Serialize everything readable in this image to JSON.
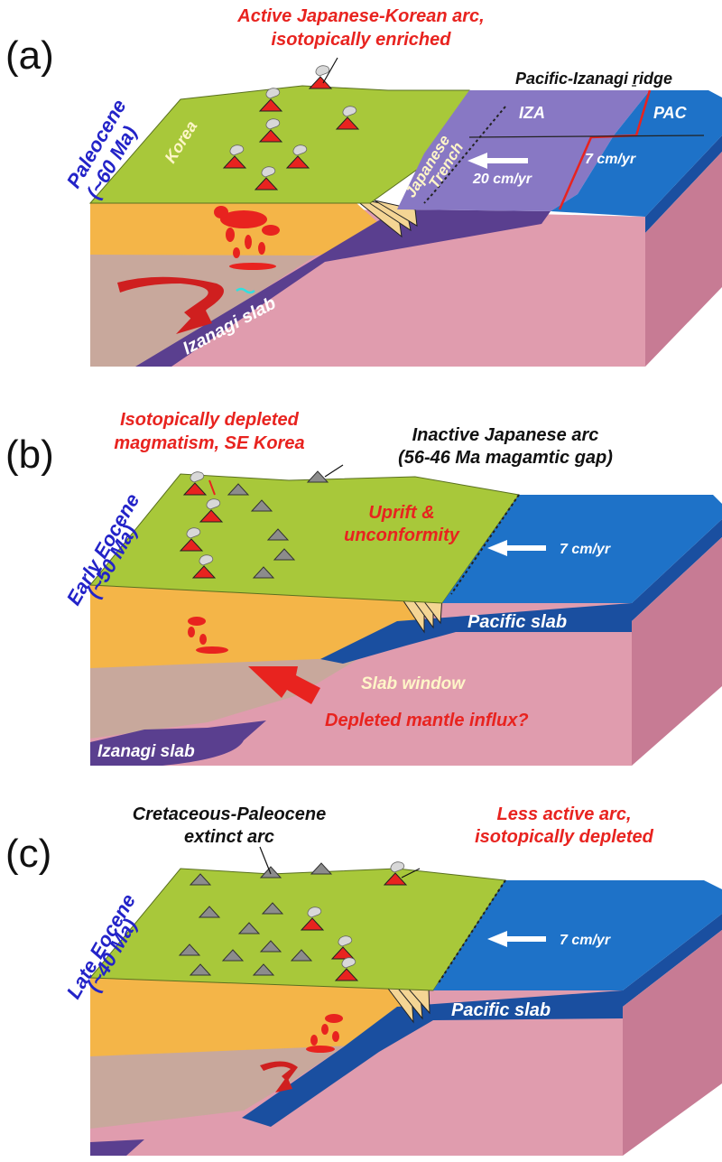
{
  "colors": {
    "surface": "#a8c83a",
    "crust": "#f4b548",
    "mantle_wedge": "#c8a89c",
    "asthenosphere": "#e09cae",
    "izanagi_slab": "#5a3f8f",
    "izanagi_plate": "#8878c4",
    "pacific_plate": "#1e72c8",
    "pacific_side": "#1a4fa0",
    "magma": "#e8231f",
    "volcano_active": "#e8231f",
    "volcano_extinct": "#8c8c8c",
    "label_red": "#e8231f",
    "label_blue": "#2323c8"
  },
  "panels": [
    {
      "id": "a",
      "letter": "(a)",
      "age": "Paleocene",
      "age_ma": "(~60 Ma)",
      "labels": {
        "top_red_line1": "Active Japanese-Korean arc,",
        "top_red_line2": "isotopically enriched",
        "ridge": "Pacific-Izanagi ridge",
        "korea": "Korea",
        "trench_line1": "Japanese",
        "trench_line2": "Trench",
        "iza": "IZA",
        "pac": "PAC",
        "rate_iza": "20 cm/yr",
        "rate_pac": "7 cm/yr",
        "slab": "Izanagi slab"
      }
    },
    {
      "id": "b",
      "letter": "(b)",
      "age": "Early Eocene",
      "age_ma": "(~50 Ma)",
      "labels": {
        "red_line1": "Isotopically depleted",
        "red_line2": "magmatism, SE Korea",
        "black_line1": "Inactive Japanese arc",
        "black_line2": "(56-46 Ma magamtic gap)",
        "uplift_line1": "Uprift &",
        "uplift_line2": "unconformity",
        "rate": "7 cm/yr",
        "pacific_slab": "Pacific slab",
        "slab_window": "Slab window",
        "influx": "Depleted mantle influx?",
        "izanagi_slab": "Izanagi slab"
      }
    },
    {
      "id": "c",
      "letter": "(c)",
      "age": "Late Eocene",
      "age_ma": "(~40 Ma)",
      "labels": {
        "black_line1": "Cretaceous-Paleocene",
        "black_line2": "extinct arc",
        "red_line1": "Less active arc,",
        "red_line2": "isotopically depleted",
        "rate": "7 cm/yr",
        "pacific_slab": "Pacific slab"
      }
    }
  ]
}
